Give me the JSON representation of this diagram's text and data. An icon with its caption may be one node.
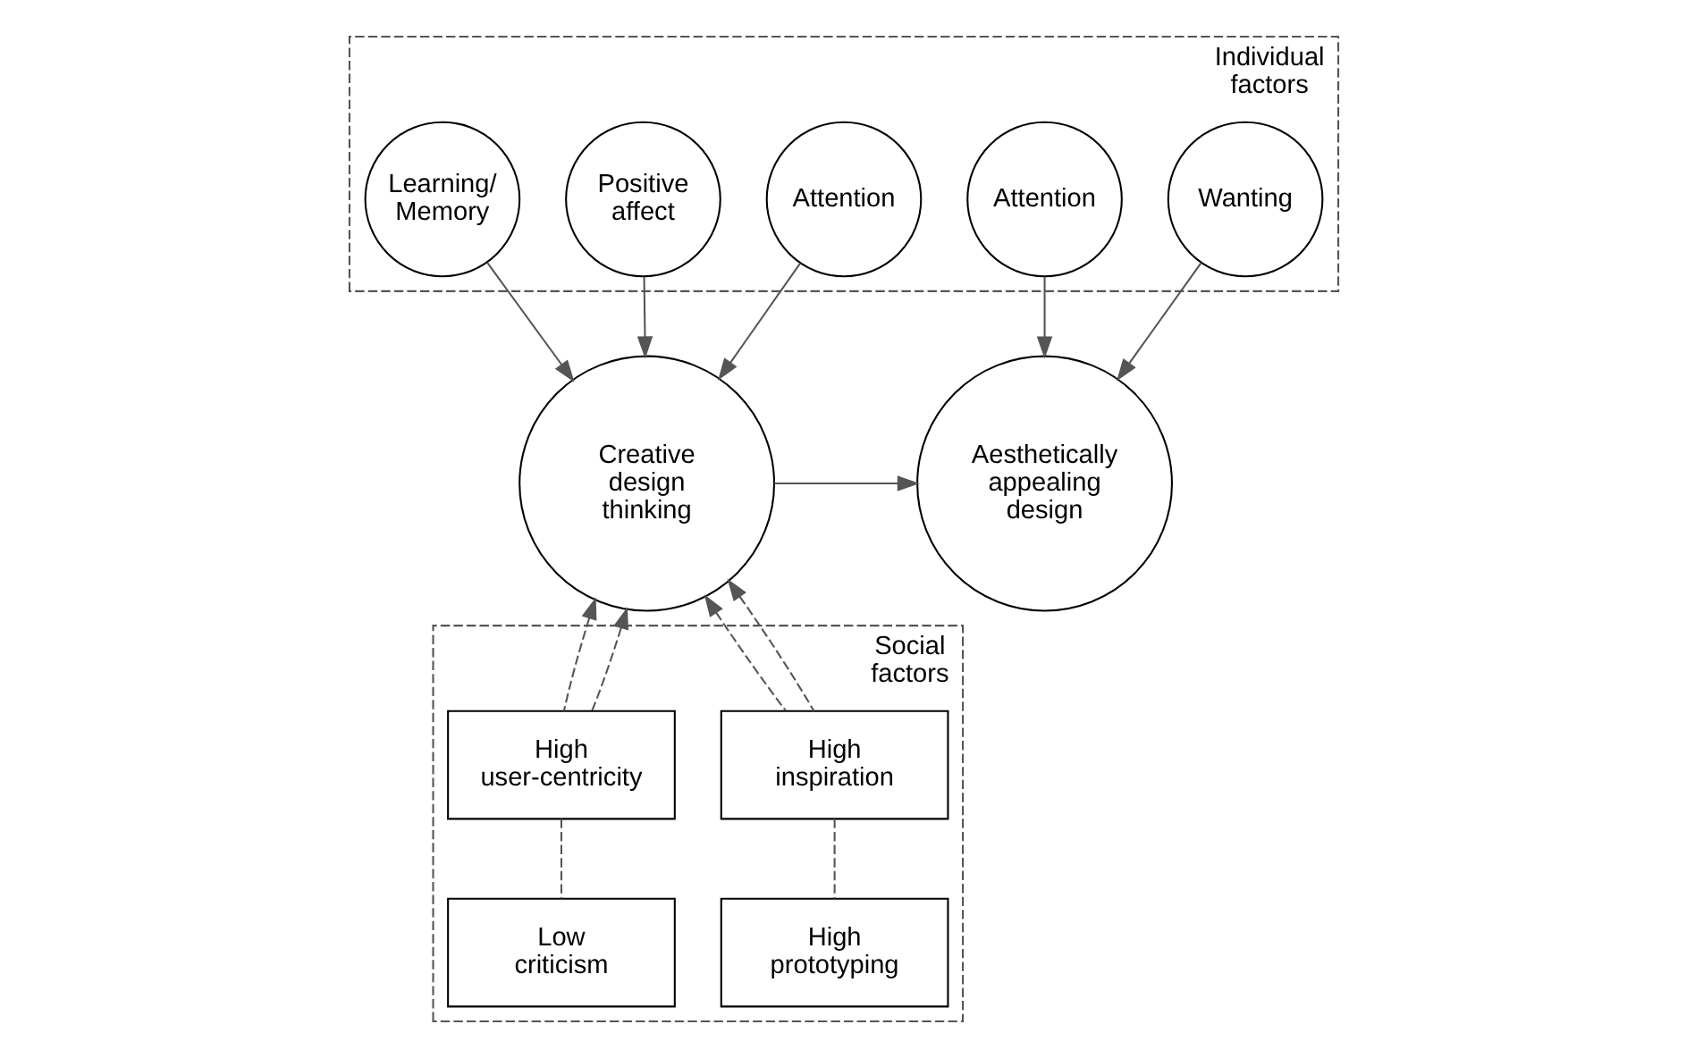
{
  "diagram": {
    "nodes": [
      {
        "text": [
          "Individual factors"
        ]
      },
      {
        "text": [
          "Attention"
        ],
        "in": 0
      },
      {
        "text": [
          "Positive affect"
        ],
        "in": 0
      },
      {
        "text": [
          "Learning/ Memory"
        ],
        "in": 0
      },
      {
        "text": [
          "Attention"
        ],
        "in": 0
      },
      {
        "text": [
          "Wanting"
        ],
        "in": 0
      },
      {
        "text": [
          "Creative design thinking"
        ]
      },
      {
        "text": [
          "Aesthetically appealing design"
        ]
      },
      {
        "text": [
          "Social factors"
        ]
      },
      {
        "text": [
          "High inspiration"
        ],
        "in": 8
      },
      {
        "text": [
          "High user-centricity"
        ],
        "in": 8
      },
      {
        "text": [
          "High prototyping"
        ],
        "in": 8
      },
      {
        "text": [
          "Low criticism"
        ],
        "in": 8
      }
    ],
    "edges": [
      {
        "from": 1,
        "to": 6,
        "arrow": "to"
      },
      {
        "from": 2,
        "to": 6,
        "arrow": "to"
      },
      {
        "from": 3,
        "to": 6,
        "arrow": "to"
      },
      {
        "from": 4,
        "to": 7,
        "arrow": "to"
      },
      {
        "from": 5,
        "to": 7,
        "arrow": "to"
      },
      {
        "from": 6,
        "to": 7,
        "arrow": "to"
      },
      {
        "from": 9,
        "to": 6,
        "arrow": "to",
        "style": "dashed"
      },
      {
        "from": 9,
        "to": 6,
        "arrow": "to",
        "style": "dashed"
      },
      {
        "from": 10,
        "to": 6,
        "arrow": "to",
        "style": "dashed"
      },
      {
        "from": 10,
        "to": 6,
        "arrow": "to",
        "style": "dashed"
      },
      {
        "from": 9,
        "to": 11,
        "arrow": "none",
        "style": "dashed"
      },
      {
        "from": 10,
        "to": 12,
        "arrow": "none",
        "style": "dashed"
      }
    ]
  }
}
